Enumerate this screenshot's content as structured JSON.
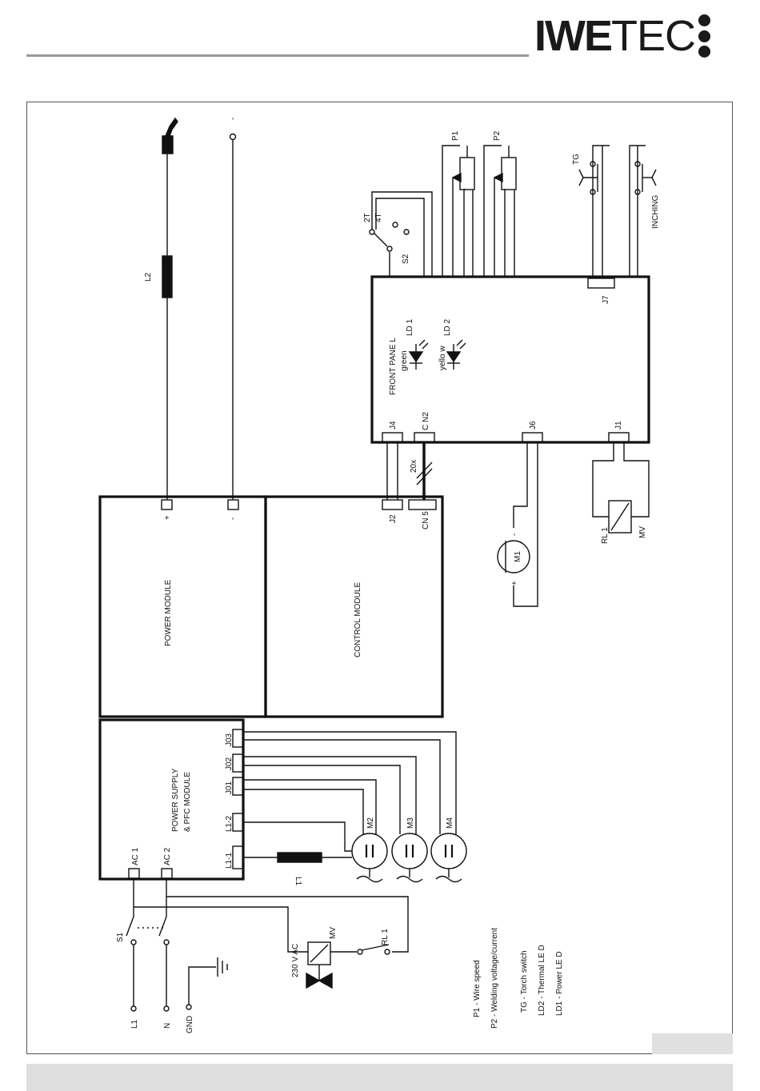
{
  "logo": {
    "bold": "IWE",
    "light": "TEC"
  },
  "modules": {
    "power_module": "POWER MODULE",
    "control_module": "CONTROL MODULE",
    "psu_line1": "POWER SUPPLY",
    "psu_line2": "& PFC MODULE",
    "front_panel": "FRONT PANE L"
  },
  "connectors": {
    "plus": "+",
    "minus": "-",
    "out_minus": "-",
    "j2": "J2",
    "cn5": "CN 5",
    "j4": "J4",
    "cn2": "C N2",
    "j6": "J6",
    "j1": "J1",
    "j7": "J7",
    "j03": "J03",
    "j02": "J02",
    "j01": "J01",
    "l12": "L1-2",
    "l11": "L1-1",
    "ac1": "AC 1",
    "ac2": "AC 2"
  },
  "components": {
    "l2": "L2",
    "l1coil": "L1",
    "s2": "S2",
    "s2_2t": "2T",
    "s2_4t": "4T",
    "p1": "P1",
    "p2": "P2",
    "tg": "TG",
    "inching": "INCHING",
    "ld1": "LD 1",
    "ld2": "LD 2",
    "green": "green",
    "yellow": "yello w",
    "wires20": "20x",
    "m1": "M1",
    "m1_minus": "-",
    "m1_plus": "+",
    "rl1": "RL 1",
    "mv": "MV",
    "m2": "M2",
    "m3": "M3",
    "m4": "M4",
    "s1": "S1",
    "mv2": "MV",
    "v230": "230 V AC",
    "rl1b": "RL 1"
  },
  "terminals": {
    "l1": "L1",
    "n": "N",
    "gnd": "GND"
  },
  "legend": [
    "P1 - Wire speed",
    "P2 - Welding voltage/current",
    "TG - Torch switch",
    "LD2 - Thermal LE    D",
    "LD1 - Power LE    D"
  ]
}
